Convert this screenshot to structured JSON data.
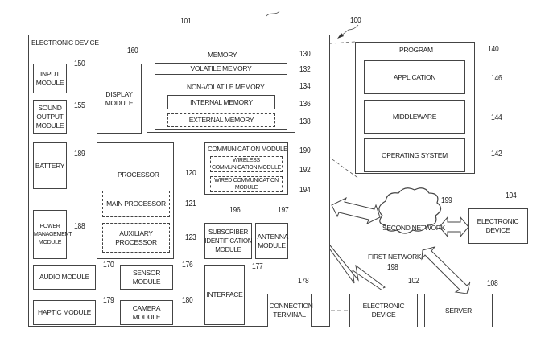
{
  "system_ref": "100",
  "electronic_device": {
    "title": "ELECTRONIC DEVICE",
    "ref": "101",
    "input_module": {
      "label": "INPUT MODULE",
      "ref": "150"
    },
    "sound_output_module": {
      "label": "SOUND OUTPUT MODULE",
      "ref": "155"
    },
    "display_module": {
      "label": "DISPLAY MODULE",
      "ref": "160"
    },
    "battery": {
      "label": "BATTERY",
      "ref": "189"
    },
    "power_management_module": {
      "label": "POWER MANAGEMENT MODULE",
      "ref": "188"
    },
    "processor": {
      "label": "PROCESSOR",
      "ref": "120",
      "main_processor": {
        "label": "MAIN PROCESSOR",
        "ref": "121"
      },
      "auxiliary_processor": {
        "label": "AUXILIARY PROCESSOR",
        "ref": "123"
      }
    },
    "memory": {
      "label": "MEMORY",
      "ref": "130",
      "volatile": {
        "label": "VOLATILE MEMORY",
        "ref": "132"
      },
      "non_volatile": {
        "label": "NON-VOLATILE MEMORY",
        "ref": "134",
        "internal": {
          "label": "INTERNAL MEMORY",
          "ref": "136"
        },
        "external": {
          "label": "EXTERNAL MEMORY",
          "ref": "138"
        }
      }
    },
    "communication_module": {
      "label": "COMMUNICATION MODULE",
      "ref": "190",
      "wireless": {
        "label": "WIRELESS COMMUNICATION MODULE",
        "ref": "192"
      },
      "wired": {
        "label": "WIRED COMMUNICATION MODULE",
        "ref": "194"
      }
    },
    "subscriber_identification_module": {
      "label": "SUBSCRIBER IDENTIFICATION MODULE",
      "ref": "196"
    },
    "antenna_module": {
      "label": "ANTENNA MODULE",
      "ref": "197"
    },
    "audio_module": {
      "label": "AUDIO MODULE",
      "ref": "170"
    },
    "sensor_module": {
      "label": "SENSOR MODULE",
      "ref": "176"
    },
    "haptic_module": {
      "label": "HAPTIC MODULE",
      "ref": "179"
    },
    "camera_module": {
      "label": "CAMERA MODULE",
      "ref": "180"
    },
    "interface": {
      "label": "INTERFACE",
      "ref": "177"
    },
    "connection_terminal": {
      "label": "CONNECTION TERMINAL",
      "ref": "178"
    }
  },
  "program": {
    "label": "PROGRAM",
    "ref": "140",
    "application": {
      "label": "APPLICATION",
      "ref": "146"
    },
    "middleware": {
      "label": "MIDDLEWARE",
      "ref": "144"
    },
    "operating_system": {
      "label": "OPERATING SYSTEM",
      "ref": "142"
    }
  },
  "second_network": {
    "label": "SECOND NETWORK",
    "ref": "199"
  },
  "first_network": {
    "label": "FIRST NETWORK",
    "ref": "198"
  },
  "electronic_device_104": {
    "label": "ELECTRONIC DEVICE",
    "ref": "104"
  },
  "electronic_device_102": {
    "label": "ELECTRONIC DEVICE",
    "ref": "102"
  },
  "server": {
    "label": "SERVER",
    "ref": "108"
  }
}
